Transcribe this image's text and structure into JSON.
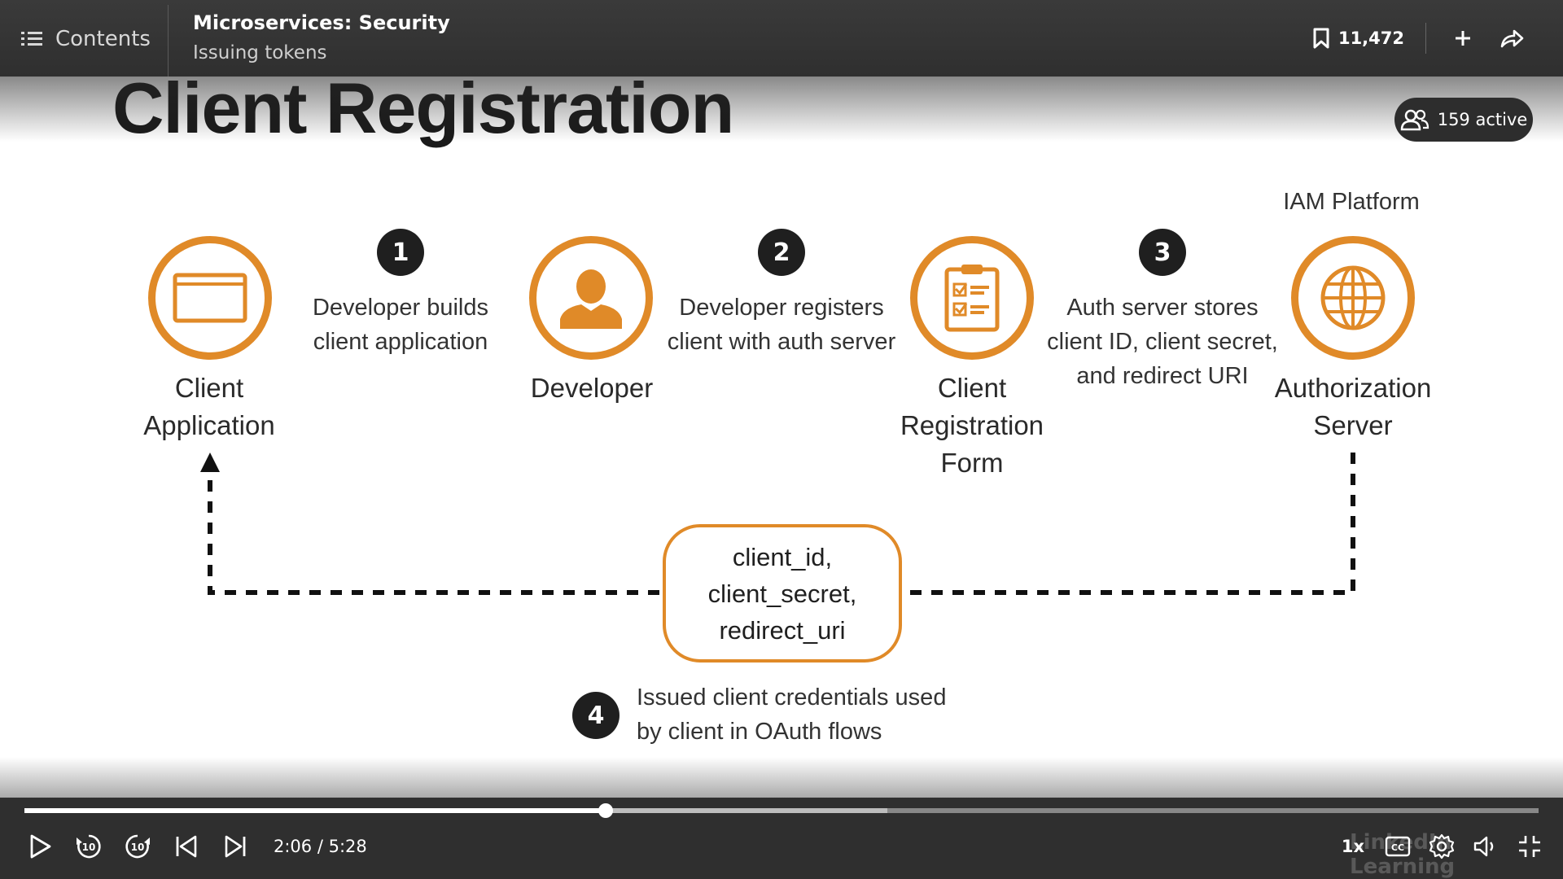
{
  "header": {
    "contents_label": "Contents",
    "course_title": "Microservices: Security",
    "video_title": "Issuing tokens",
    "bookmark_count": "11,472"
  },
  "viewers": {
    "active_label": "159 active"
  },
  "slide": {
    "title": "Client Registration",
    "iam_label": "IAM Platform",
    "nodes": [
      {
        "label": "Client Application",
        "icon": "browser-window-icon"
      },
      {
        "label": "Developer",
        "icon": "person-icon"
      },
      {
        "label": "Client Registration Form",
        "icon": "clipboard-checklist-icon"
      },
      {
        "label": "Authorization Server",
        "icon": "globe-icon"
      }
    ],
    "steps": [
      {
        "number": "1",
        "text_line1": "Developer builds",
        "text_line2": "client application"
      },
      {
        "number": "2",
        "text_line1": "Developer registers",
        "text_line2": "client with auth server"
      },
      {
        "number": "3",
        "text_line1": "Auth server stores",
        "text_line2": "client ID, client secret,",
        "text_line3": "and redirect URI"
      },
      {
        "number": "4",
        "text_line1": "Issued client credentials used",
        "text_line2": "by client in OAuth flows"
      }
    ],
    "credentials": [
      "client_id,",
      "client_secret,",
      "redirect_uri"
    ],
    "accent_color": "#e08a28"
  },
  "player": {
    "current_time": "2:06",
    "duration": "5:28",
    "time_display": "2:06 / 5:28",
    "progress_fraction": 0.384,
    "buffered_fraction": 0.57,
    "speed": "1x",
    "watermark": "LinkedIn Learning"
  }
}
